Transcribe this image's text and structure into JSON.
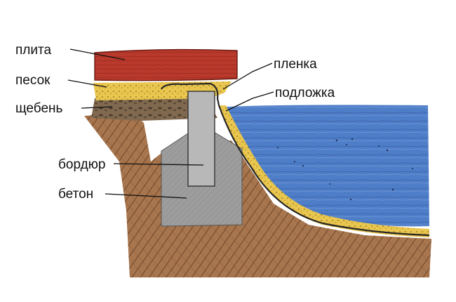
{
  "labels": {
    "plita": "плита",
    "pesok": "песок",
    "shcheben": "щебень",
    "plenka": "пленка",
    "podlozhka": "подложка",
    "bordyur": "бордюр",
    "beton": "бетон"
  },
  "colors": {
    "slab": "#b8362c",
    "sand": "#e6c24a",
    "gravel": "#7a6450",
    "soil": "#9a6a45",
    "concrete": "#9a9a9a",
    "curb": "#b4b4b4",
    "water": "#4a78c4",
    "film": "#2a2a2a"
  }
}
